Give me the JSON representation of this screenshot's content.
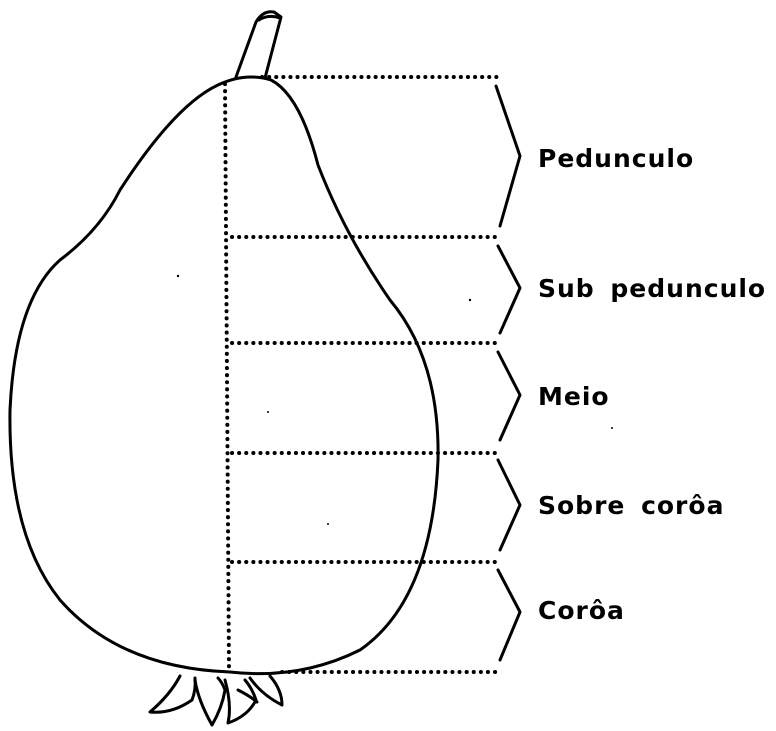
{
  "diagram": {
    "regions": [
      {
        "label": "Pedunculo"
      },
      {
        "label": "Sub pedunculo"
      },
      {
        "label": "Meio"
      },
      {
        "label": "Sobre corôa"
      },
      {
        "label": "Corôa"
      }
    ]
  }
}
